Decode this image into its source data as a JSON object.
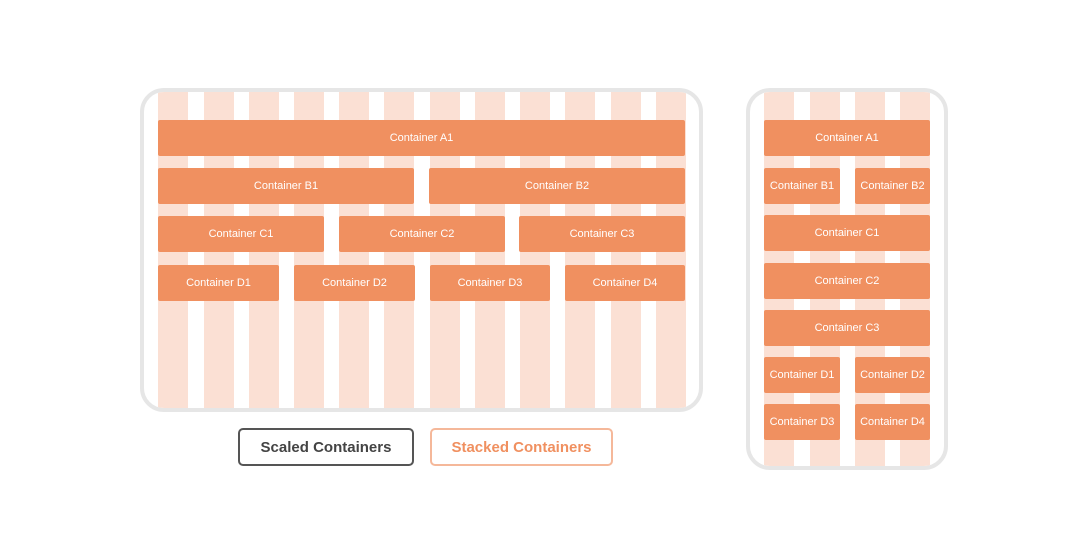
{
  "colors": {
    "container_fill": "#f09060",
    "column_fill": "#fbe0d4",
    "frame_border": "#e6e6e6",
    "scaled_label_border": "#555555",
    "stacked_label": "#f09060"
  },
  "scaled_layout": {
    "a": [
      "Container A1"
    ],
    "b": [
      "Container B1",
      "Container B2"
    ],
    "c": [
      "Container C1",
      "Container C2",
      "Container C3"
    ],
    "d": [
      "Container D1",
      "Container D2",
      "Container D3",
      "Container D4"
    ]
  },
  "stacked_layout": {
    "a": [
      "Container A1"
    ],
    "b": [
      "Container B1",
      "Container B2"
    ],
    "c": [
      "Container C1",
      "Container C2",
      "Container C3"
    ],
    "d": [
      "Container D1",
      "Container D2",
      "Container D3",
      "Container D4"
    ]
  },
  "labels": {
    "scaled": "Scaled Containers",
    "stacked": "Stacked Containers"
  }
}
